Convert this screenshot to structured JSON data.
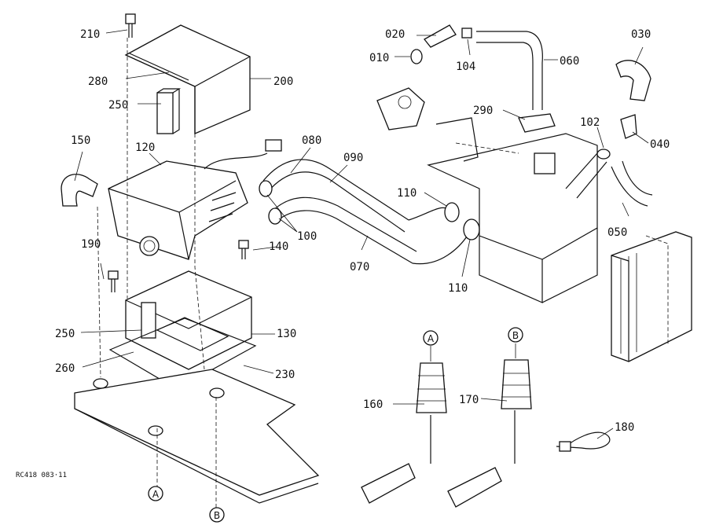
{
  "labels": {
    "p010": "010",
    "p020": "020",
    "p030": "030",
    "p040": "040",
    "p050": "050",
    "p060": "060",
    "p070": "070",
    "p080": "080",
    "p090": "090",
    "p100": "100",
    "p102": "102",
    "p104": "104",
    "p110a": "110",
    "p110b": "110",
    "p120": "120",
    "p130": "130",
    "p140": "140",
    "p150": "150",
    "p160": "160",
    "p170": "170",
    "p180": "180",
    "p190": "190",
    "p200": "200",
    "p210": "210",
    "p230": "230",
    "p250a": "250",
    "p250b": "250",
    "p260": "260",
    "p280": "280",
    "p290": "290"
  },
  "markers": {
    "a": "A",
    "b": "B"
  },
  "reference": "RC418 083·11"
}
